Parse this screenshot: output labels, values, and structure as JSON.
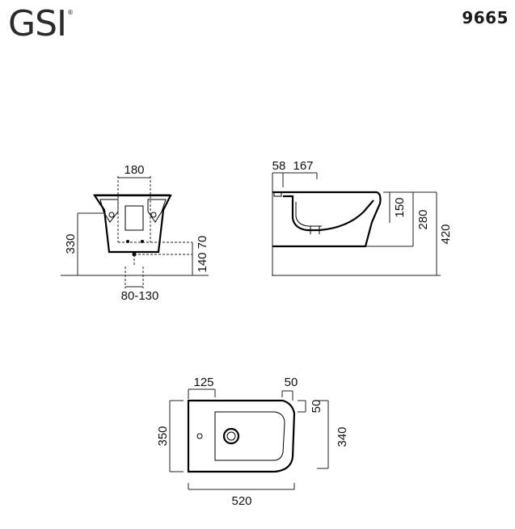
{
  "brand": {
    "logo": "GSI",
    "registered": "®"
  },
  "product_code": "9665",
  "front_view": {
    "width_label": "180",
    "height_label": "330",
    "waste_label": "140",
    "inlet_label": "70",
    "waste_range_label": "80-130"
  },
  "side_view": {
    "offset_a": "58",
    "offset_b": "167",
    "height_a": "150",
    "height_b": "280",
    "height_c": "420"
  },
  "top_view": {
    "hole_offset": "125",
    "rim_right": "50",
    "rim_depth": "50",
    "depth_left": "350",
    "depth_right": "340",
    "length": "520"
  }
}
